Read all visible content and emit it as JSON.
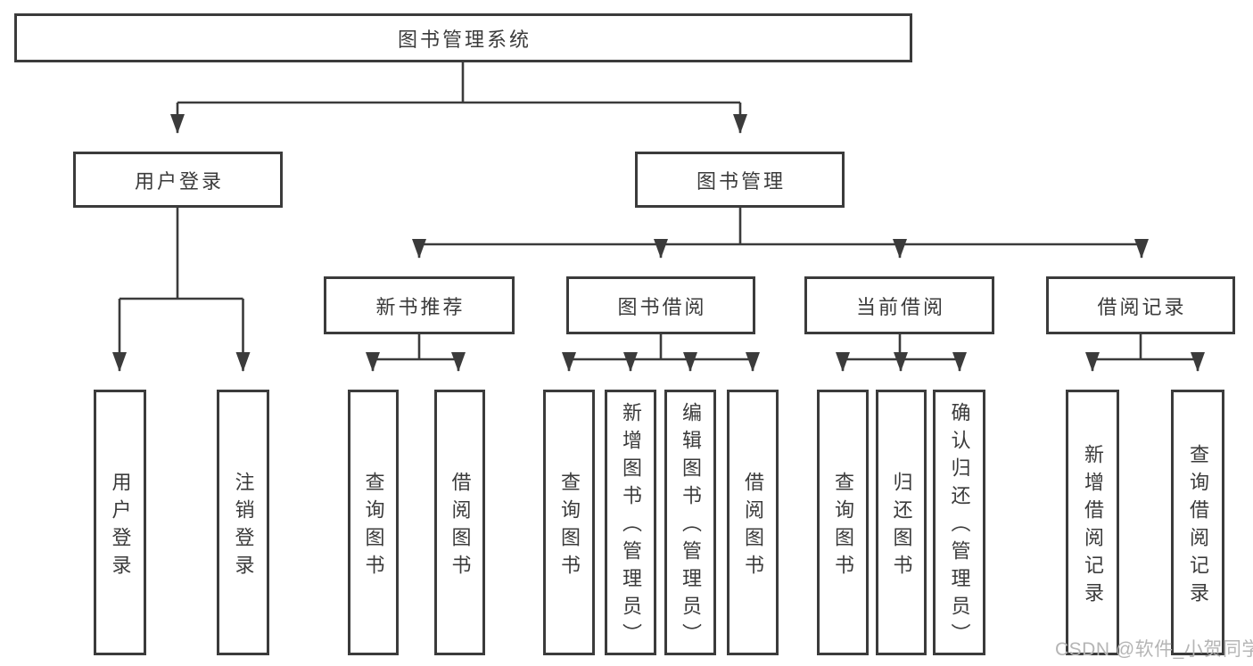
{
  "diagram": {
    "root": "图书管理系统",
    "branches": [
      {
        "label": "用户登录",
        "children": [
          {
            "label": "用户登录"
          },
          {
            "label": "注销登录"
          }
        ]
      },
      {
        "label": "图书管理",
        "children": [
          {
            "label": "新书推荐",
            "children": [
              {
                "label": "查询图书"
              },
              {
                "label": "借阅图书"
              }
            ]
          },
          {
            "label": "图书借阅",
            "children": [
              {
                "label": "查询图书"
              },
              {
                "label": "新增图书（管理员）"
              },
              {
                "label": "编辑图书（管理员）"
              },
              {
                "label": "借阅图书"
              }
            ]
          },
          {
            "label": "当前借阅",
            "children": [
              {
                "label": "查询图书"
              },
              {
                "label": "归还图书"
              },
              {
                "label": "确认归还（管理员）"
              }
            ]
          },
          {
            "label": "借阅记录",
            "children": [
              {
                "label": "新增借阅记录"
              },
              {
                "label": "查询借阅记录"
              }
            ]
          }
        ]
      }
    ]
  },
  "watermark": {
    "text": "CSDN @软件_小贺同学"
  },
  "colors": {
    "line": "#3b3b3b",
    "text": "#3b3b3b",
    "box_background": "#ffffff",
    "watermark": "#b5b5b5",
    "background": "#ffffff"
  }
}
